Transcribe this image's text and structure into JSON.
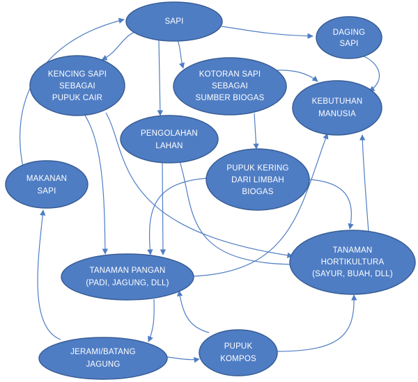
{
  "diagram": {
    "nodes": {
      "sapi": {
        "lines": [
          "SAPI"
        ]
      },
      "daging": {
        "lines": [
          "DAGING",
          "SAPI"
        ]
      },
      "kencing": {
        "lines": [
          "KENCING SAPI",
          "SEBAGAI",
          "PUPUK CAIR"
        ]
      },
      "kotoran": {
        "lines": [
          "KOTORAN SAPI",
          "SEBAGAI",
          "SUMBER BIOGAS"
        ]
      },
      "kebutuhan": {
        "lines": [
          "KEBUTUHAN",
          "MANUSIA"
        ]
      },
      "pengolahan": {
        "lines": [
          "PENGOLAHAN",
          "LAHAN"
        ]
      },
      "pupukkering": {
        "lines": [
          "PUPUK KERING",
          "DARI LIMBAH",
          "BIOGAS"
        ]
      },
      "makanan": {
        "lines": [
          "MAKANAN",
          "SAPI"
        ]
      },
      "pangan": {
        "lines": [
          "TANAMAN PANGAN",
          "(PADI, JAGUNG, DLL)"
        ]
      },
      "hortikultura": {
        "lines": [
          "TANAMAN",
          "HORTIKULTURA",
          "(SAYUR, BUAH, DLL)"
        ]
      },
      "jerami": {
        "lines": [
          "JERAMI/BATANG",
          "JAGUNG"
        ]
      },
      "kompos": {
        "lines": [
          "PUPUK",
          "KOMPOS"
        ]
      }
    },
    "edges": [
      {
        "from": "sapi",
        "to": "daging"
      },
      {
        "from": "sapi",
        "to": "kencing"
      },
      {
        "from": "sapi",
        "to": "kotoran"
      },
      {
        "from": "sapi",
        "to": "pengolahan"
      },
      {
        "from": "daging",
        "to": "kebutuhan"
      },
      {
        "from": "kotoran",
        "to": "kebutuhan"
      },
      {
        "from": "kotoran",
        "to": "pupukkering"
      },
      {
        "from": "kencing",
        "to": "pangan"
      },
      {
        "from": "kencing",
        "to": "hortikultura"
      },
      {
        "from": "pengolahan",
        "to": "pangan"
      },
      {
        "from": "pengolahan",
        "to": "hortikultura"
      },
      {
        "from": "pupukkering",
        "to": "pangan"
      },
      {
        "from": "pupukkering",
        "to": "hortikultura"
      },
      {
        "from": "pangan",
        "to": "kebutuhan"
      },
      {
        "from": "pangan",
        "to": "jerami"
      },
      {
        "from": "hortikultura",
        "to": "kebutuhan"
      },
      {
        "from": "jerami",
        "to": "makanan"
      },
      {
        "from": "jerami",
        "to": "kompos"
      },
      {
        "from": "kompos",
        "to": "pangan"
      },
      {
        "from": "kompos",
        "to": "hortikultura"
      },
      {
        "from": "makanan",
        "to": "sapi"
      }
    ]
  }
}
